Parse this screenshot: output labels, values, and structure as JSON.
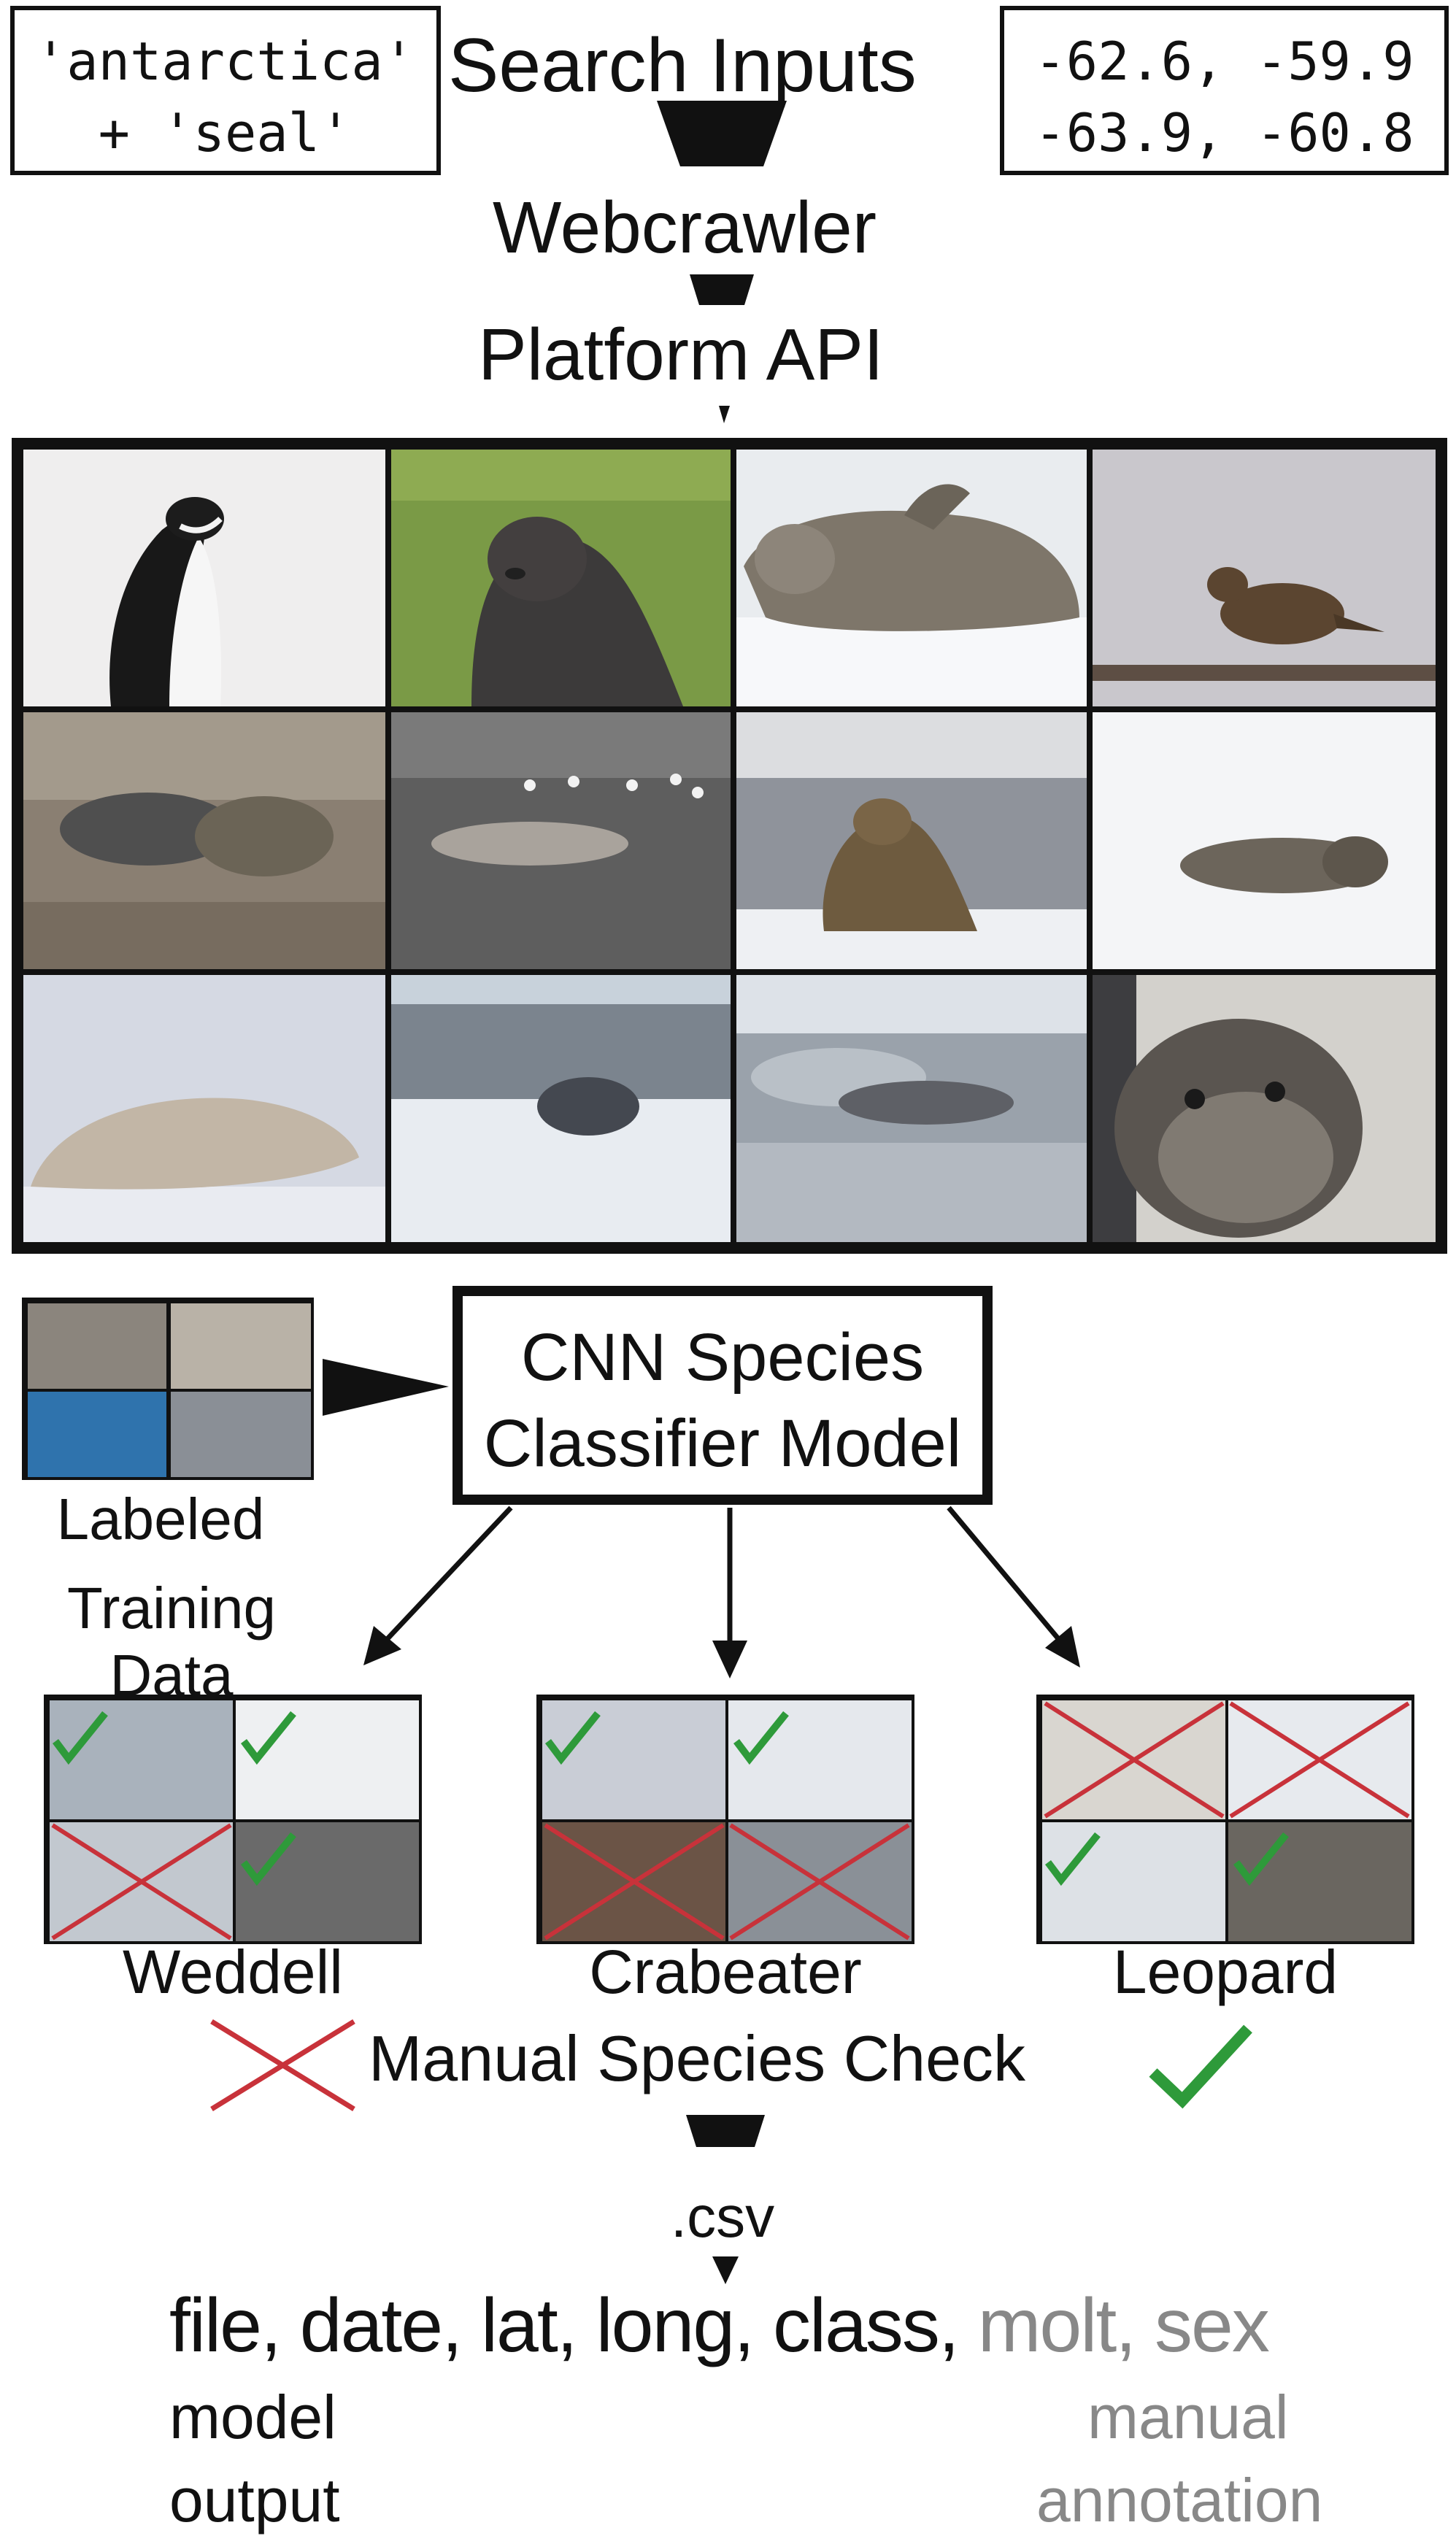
{
  "search_inputs": {
    "title": "Search Inputs",
    "keyword_line1": "'antarctica'",
    "keyword_line2": "+ 'seal'",
    "coords_line1": "-62.6, -59.9",
    "coords_line2": "-63.9, -60.8"
  },
  "pipeline": {
    "webcrawler": "Webcrawler",
    "platform_api": "Platform API"
  },
  "classifier": {
    "line1": "CNN Species",
    "line2": "Classifier Model",
    "training_line1": "Labeled",
    "training_line2": "Training Data"
  },
  "classes": [
    {
      "name": "Weddell"
    },
    {
      "name": "Crabeater"
    },
    {
      "name": "Leopard"
    }
  ],
  "manual_check": "Manual Species Check",
  "csv_label": ".csv",
  "output": {
    "model_fields": "file, date, lat, long, class,",
    "manual_fields": "molt, sex",
    "model_line1": "model",
    "model_line2": "output",
    "manual_line1": "manual",
    "manual_line2": "annotation"
  },
  "colors": {
    "check": "#2e9a3a",
    "cross": "#c8323a",
    "manual_gray": "#888888"
  }
}
